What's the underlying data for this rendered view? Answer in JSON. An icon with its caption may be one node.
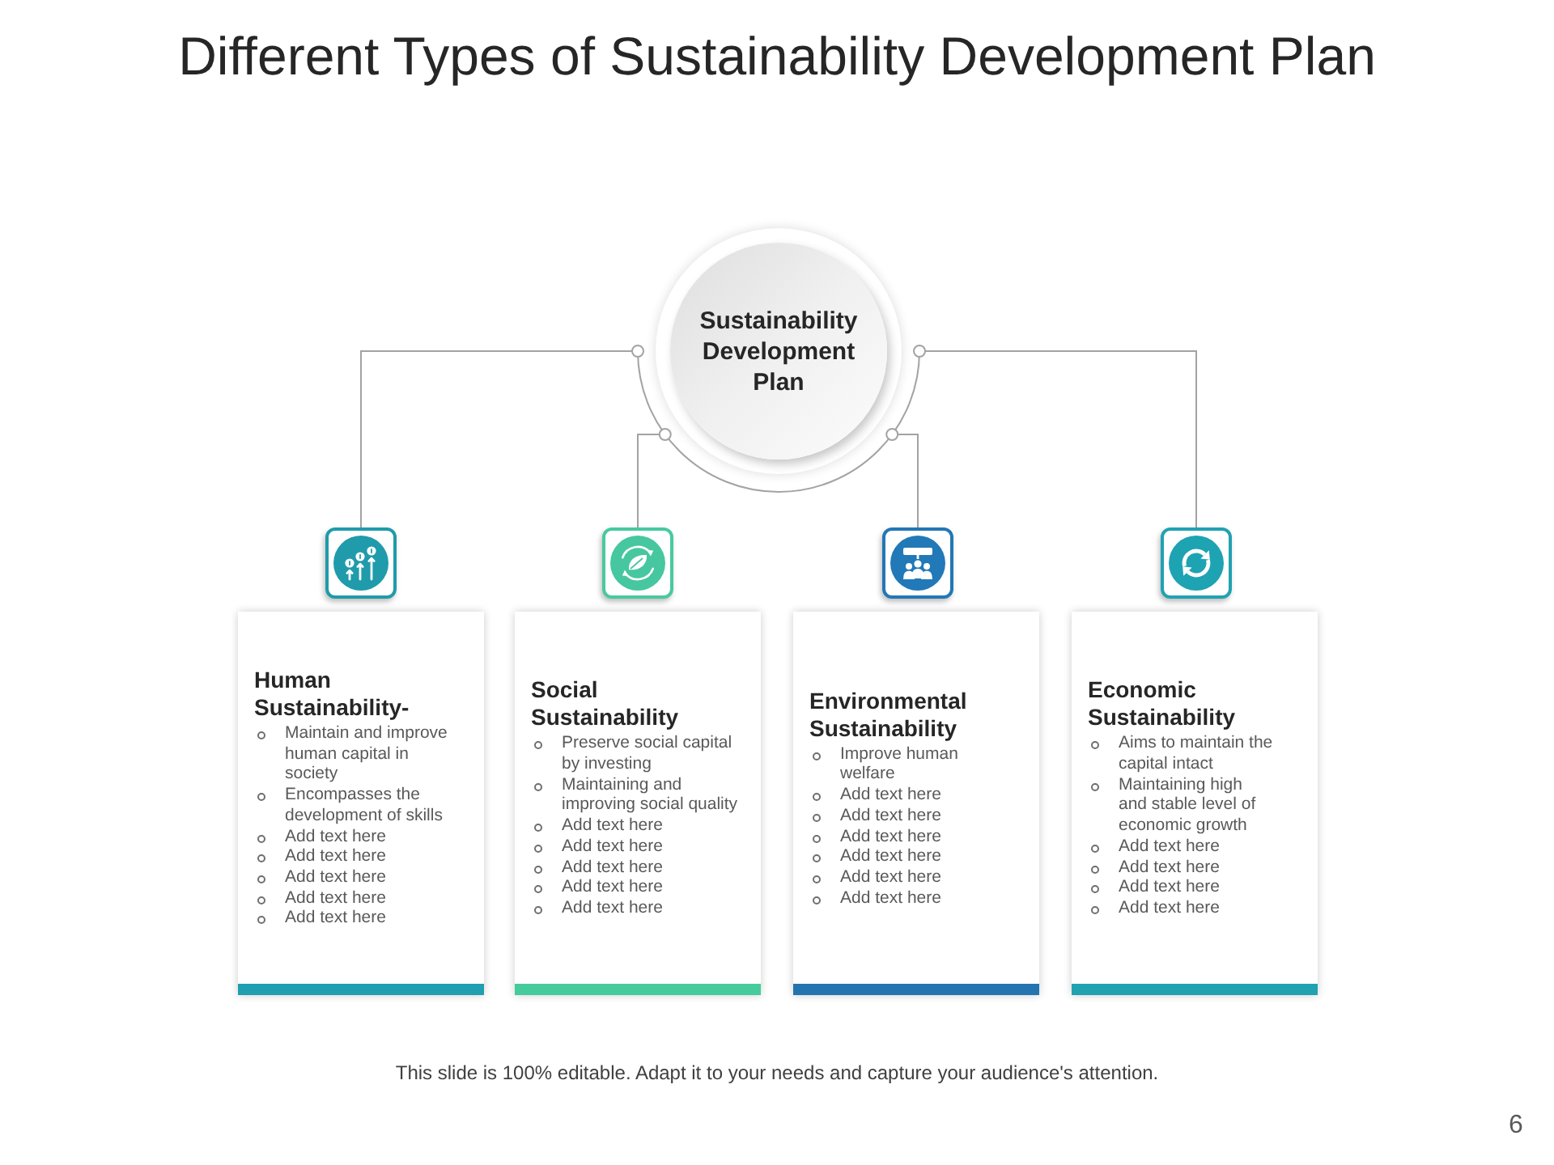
{
  "diagram": {
    "title": "Different Types of Sustainability Development Plan",
    "nodes": [
      {
        "text": [
          "Sustainability Development Plan"
        ]
      },
      {
        "text": [],
        "shape": "picture"
      },
      {
        "text": [],
        "shape": "picture"
      },
      {
        "text": [],
        "shape": "picture"
      },
      {
        "text": [],
        "shape": "picture"
      },
      {
        "text": [
          "Human Sustainability-",
          "Maintain and improve human capital in society",
          "Encompasses the development of skills",
          "Add text here",
          "Add text here",
          "Add text here",
          "Add text here",
          "Add text here"
        ]
      },
      {
        "text": [
          "Social Sustainability",
          "Preserve social capital by investing",
          "Maintaining and improving social quality",
          "Add text here",
          "Add text here",
          "Add text here",
          "Add text here",
          "Add text here"
        ]
      },
      {
        "text": [
          "Environmental Sustainability",
          "Improve human welfare",
          "Add text here",
          "Add text here",
          "Add text here",
          "Add text here",
          "Add text here",
          "Add text here"
        ]
      },
      {
        "text": [
          "Economic Sustainability",
          "Aims to maintain the capital intact",
          "Maintaining high and stable level of economic growth",
          "Add text here",
          "Add text here",
          "Add text here",
          "Add text here"
        ]
      }
    ],
    "edges": [
      {
        "from": 0,
        "to": 1,
        "arrow": "none"
      },
      {
        "from": 0,
        "to": 2,
        "arrow": "none"
      },
      {
        "from": 0,
        "to": 3,
        "arrow": "none"
      },
      {
        "from": 0,
        "to": 4,
        "arrow": "none"
      }
    ],
    "labels": [
      "This slide is 100% editable. Adapt it to your needs and capture your audience's attention.",
      "6"
    ]
  }
}
